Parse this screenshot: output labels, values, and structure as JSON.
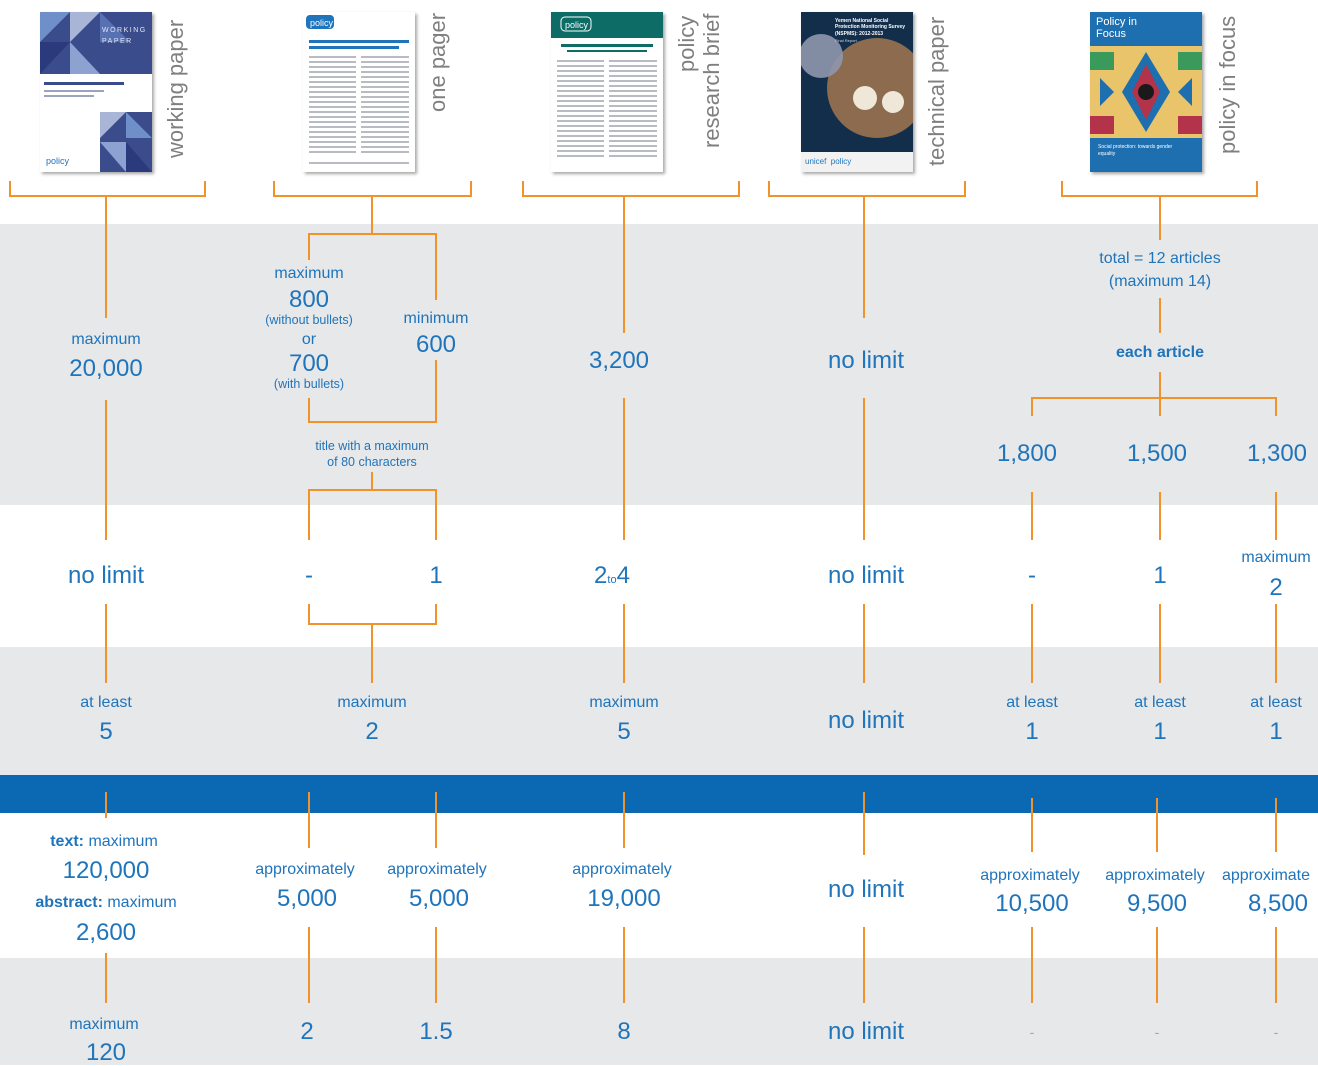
{
  "documents": [
    {
      "key": "working_paper",
      "title_lines": [
        "working paper"
      ]
    },
    {
      "key": "one_pager",
      "title_lines": [
        "one pager"
      ]
    },
    {
      "key": "policy_research_brief",
      "title_lines": [
        "policy",
        "research brief"
      ]
    },
    {
      "key": "technical_paper",
      "title_lines": [
        "technical paper"
      ]
    },
    {
      "key": "policy_in_focus",
      "title_lines": [
        "policy in focus"
      ]
    }
  ],
  "thumbnails": {
    "working_paper": {
      "header": "WORKING PAPER",
      "brand": "policy",
      "colors": [
        "#2a3a7c",
        "#5c86c0",
        "#a9b5d6",
        "#7b90c8"
      ]
    },
    "one_pager": {
      "brand": "policy",
      "colors": [
        "#1f74bb",
        "#cfd3d8"
      ]
    },
    "policy_research_brief": {
      "brand": "policy",
      "colors": [
        "#0e6c66",
        "#cfd3d8"
      ]
    },
    "technical_paper": {
      "title": "Yemen National Social Protection Monitoring Survey (NSPMS): 2012-2013",
      "subtitle": "Final Report",
      "logos": "unicef  policy",
      "colors": [
        "#132e4a",
        "#8c6b4f"
      ]
    },
    "policy_in_focus": {
      "masthead": "Policy in Focus",
      "footer": "Social protection: towards gender equality",
      "colors": [
        "#1d6fb0",
        "#d8a53d",
        "#b2334a"
      ]
    }
  },
  "row1": {
    "working_paper": {
      "label": "maximum",
      "value": "20,000"
    },
    "one_pager": {
      "max_label": "maximum",
      "max_value_1": "800",
      "max_note_1": "(without bullets)",
      "or": "or",
      "max_value_2": "700",
      "max_note_2": "(with bullets)",
      "min_label": "minimum",
      "min_value": "600",
      "title_note_1": "title with a maximum",
      "title_note_2": "of 80 characters"
    },
    "policy_research_brief": {
      "value": "3,200"
    },
    "technical_paper": {
      "value": "no limit"
    },
    "policy_in_focus": {
      "total_1": "total = 12 articles",
      "total_2": "(maximum 14)",
      "each": "each article",
      "values": [
        "1,800",
        "1,500",
        "1,300"
      ]
    }
  },
  "row2": {
    "working_paper": "no limit",
    "one_pager": [
      "-",
      "1"
    ],
    "policy_research_brief": {
      "from": "2",
      "to_word": "to",
      "to": "4"
    },
    "technical_paper": "no limit",
    "policy_in_focus": [
      {
        "value": "-"
      },
      {
        "value": "1"
      },
      {
        "label": "maximum",
        "value": "2"
      }
    ]
  },
  "row3": {
    "working_paper": {
      "label": "at least",
      "value": "5"
    },
    "one_pager": {
      "label": "maximum",
      "value": "2"
    },
    "policy_research_brief": {
      "label": "maximum",
      "value": "5"
    },
    "technical_paper": "no limit",
    "policy_in_focus": [
      {
        "label": "at least",
        "value": "1"
      },
      {
        "label": "at least",
        "value": "1"
      },
      {
        "label": "at least",
        "value": "1"
      }
    ]
  },
  "row4": {
    "working_paper": {
      "text_label": "text:",
      "text_suffix": " maximum",
      "text_value": "120,000",
      "abstract_label": "abstract:",
      "abstract_suffix": " maximum",
      "abstract_value": "2,600"
    },
    "one_pager": [
      {
        "label": "approximately",
        "value": "5,000"
      },
      {
        "label": "approximately",
        "value": "5,000"
      }
    ],
    "policy_research_brief": {
      "label": "approximately",
      "value": "19,000"
    },
    "technical_paper": "no limit",
    "policy_in_focus": [
      {
        "label": "approximately",
        "value": "10,500"
      },
      {
        "label": "approximately",
        "value": "9,500"
      },
      {
        "label": "approximate",
        "value": "8,500"
      }
    ]
  },
  "row5": {
    "working_paper": {
      "label": "maximum",
      "value": "120"
    },
    "one_pager": [
      "2",
      "1.5"
    ],
    "policy_research_brief": "8",
    "technical_paper": "no limit",
    "policy_in_focus": [
      "-",
      "-",
      "-"
    ]
  },
  "colors": {
    "accent_text": "#1f74bb",
    "connector": "#f0932a",
    "grey_band": "#e7e8e9",
    "blue_band": "#0b68b3",
    "doc_label": "#7f7f7f"
  }
}
